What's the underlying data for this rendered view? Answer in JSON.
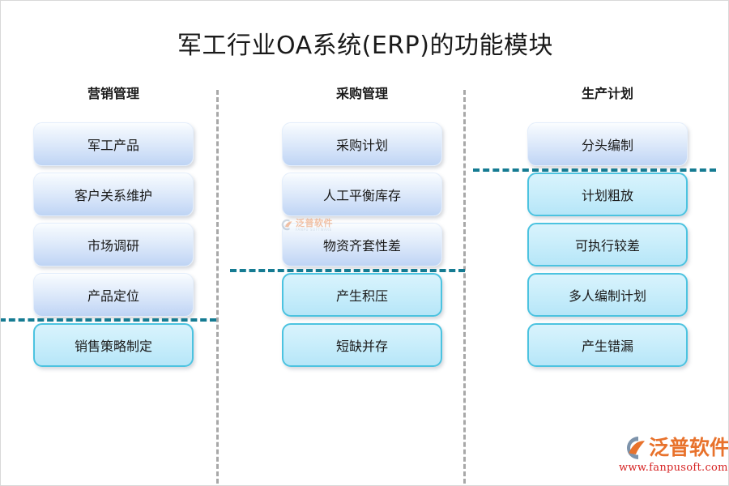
{
  "page": {
    "title": "军工行业OA系统(ERP)的功能模块",
    "background_color": "#ffffff"
  },
  "colors": {
    "upper_box_fill": "#c6d9f6",
    "lower_box_fill": "#caeefb",
    "lower_box_border": "#4cc3e0",
    "divider_teal": "#157b92",
    "separator_gray": "#a8a8a8",
    "brand_orange": "#e8722c",
    "brand_red": "#d62222",
    "text": "#1a1a1a"
  },
  "columns": [
    {
      "id": "marketing",
      "header": "营销管理",
      "items": [
        {
          "label": "军工产品",
          "style": "upper"
        },
        {
          "label": "客户关系维护",
          "style": "upper"
        },
        {
          "label": "市场调研",
          "style": "upper"
        },
        {
          "label": "产品定位",
          "style": "upper"
        },
        {
          "label": "销售策略制定",
          "style": "lower"
        }
      ]
    },
    {
      "id": "procurement",
      "header": "采购管理",
      "items": [
        {
          "label": "采购计划",
          "style": "upper"
        },
        {
          "label": "人工平衡库存",
          "style": "upper"
        },
        {
          "label": "物资齐套性差",
          "style": "upper"
        },
        {
          "label": "产生积压",
          "style": "lower"
        },
        {
          "label": "短缺并存",
          "style": "lower"
        }
      ]
    },
    {
      "id": "production-plan",
      "header": "生产计划",
      "items": [
        {
          "label": "分头编制",
          "style": "upper"
        },
        {
          "label": "计划粗放",
          "style": "lower"
        },
        {
          "label": "可执行较差",
          "style": "lower"
        },
        {
          "label": "多人编制计划",
          "style": "lower"
        },
        {
          "label": "产生错漏",
          "style": "lower"
        }
      ]
    }
  ],
  "watermark": {
    "brand_cn": "泛普软件",
    "brand_en": "FANPU SOFTWARE"
  },
  "logo": {
    "brand_cn": "泛普软件",
    "url": "www.fanpusoft.com"
  }
}
